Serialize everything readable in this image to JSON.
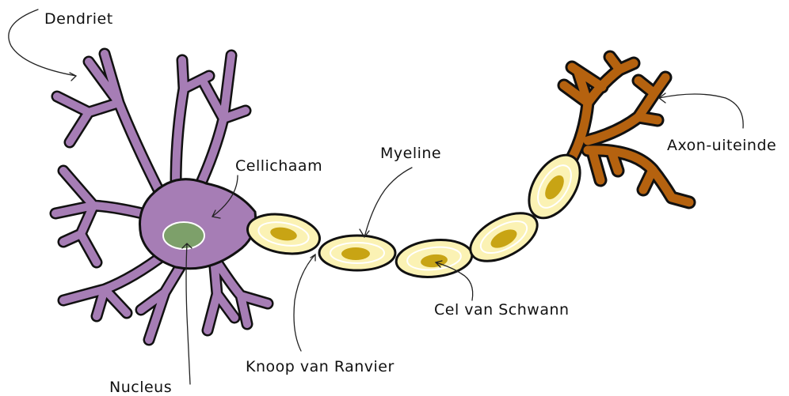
{
  "labels": {
    "dendrite": "Dendriet",
    "cell_body": "Cellichaam",
    "myelin": "Myeline",
    "axon_terminal": "Axon-uiteinde",
    "schwann_cell": "Cel van Schwann",
    "node_of_ranvier": "Knoop van Ranvier",
    "nucleus": "Nucleus"
  },
  "colors": {
    "cell_body": "#a67db5",
    "nucleus": "#7da06a",
    "myelin": "#fbf2b4",
    "schwann_nucleus": "#c8a414",
    "axon_terminal": "#b5620f",
    "outline": "#111111"
  }
}
